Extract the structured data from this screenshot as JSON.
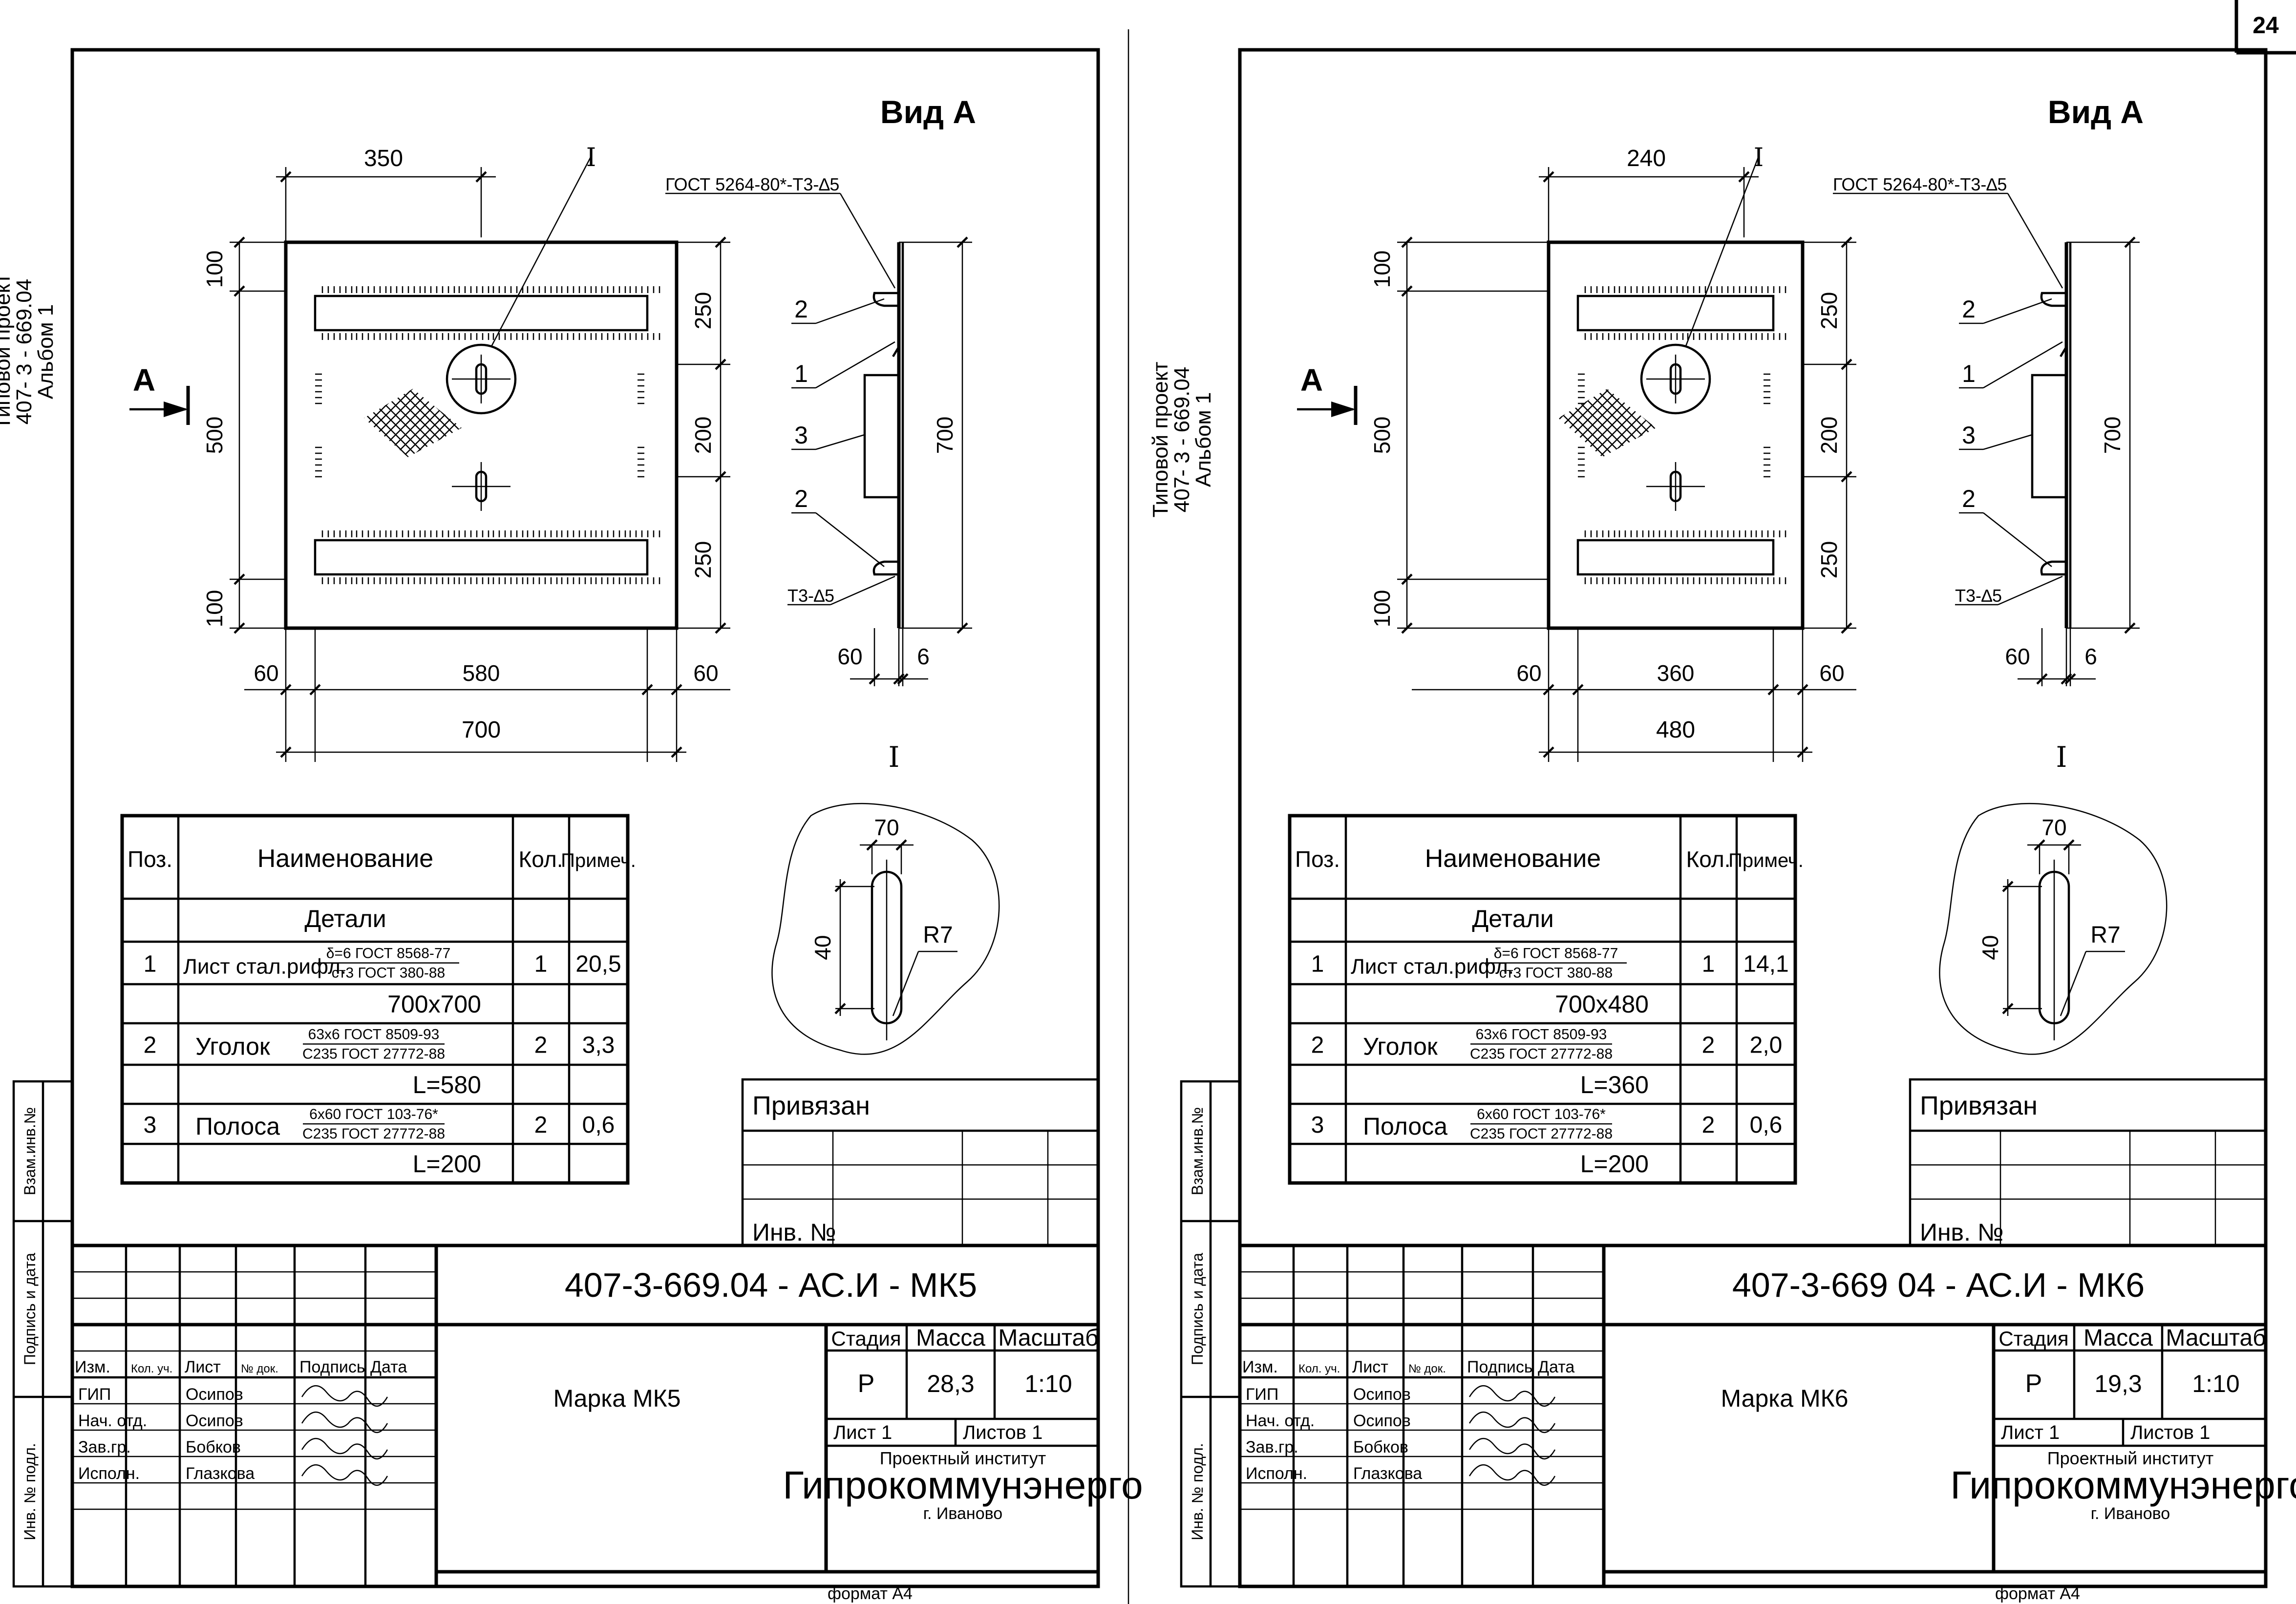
{
  "page_number": "24",
  "left_margin": {
    "project_lines": [
      "Типовой проект",
      "407- 3 - 669.04",
      "Альбом 1"
    ],
    "stamp_labels": [
      "Взам.инв.№",
      "Подпись и дата",
      "Инв. № подл."
    ]
  },
  "sheets": [
    {
      "view_title": "Вид А",
      "section_marker": "А",
      "weld_note_top": "ГОСТ 5264-80*-Т3-∆5",
      "weld_note_bottom": "Т3-∆5",
      "detail_label": "I",
      "dims": {
        "top": "350",
        "left_top": "100",
        "left_mid": "500",
        "left_bottom": "100",
        "right_top": "250",
        "right_mid": "200",
        "right_bottom": "250",
        "bottom_left": "60",
        "bottom_mid": "580",
        "bottom_right": "60",
        "overall": "700",
        "side_height": "700",
        "side_a": "60",
        "side_b": "6"
      },
      "side_positions": [
        "2",
        "1",
        "3",
        "2"
      ],
      "detail": {
        "width": "70",
        "height": "40",
        "radius": "R7"
      },
      "spec_table": {
        "headers": [
          "Поз.",
          "Наименование",
          "Кол.",
          "Примеч."
        ],
        "section": "Детали",
        "rows": [
          {
            "pos": "1",
            "name": "Лист стал.рифл.",
            "std_top": "δ=6 ГОСТ 8568-77",
            "std_bottom": "ст3 ГОСТ 380-88",
            "qty": "1",
            "note": "20,5",
            "size": "700x700"
          },
          {
            "pos": "2",
            "name": "Уголок",
            "std_top": "63х6 ГОСТ 8509-93",
            "std_bottom": "С235 ГОСТ 27772-88",
            "qty": "2",
            "note": "3,3",
            "size": "L=580"
          },
          {
            "pos": "3",
            "name": "Полоса",
            "std_top": "6х60 ГОСТ 103-76*",
            "std_bottom": "С235 ГОСТ 27772-88",
            "qty": "2",
            "note": "0,6",
            "size": "L=200"
          }
        ]
      },
      "privyazan": "Привязан",
      "inv_no": "Инв. №",
      "title_block": {
        "code": "407-3-669.04 - АС.И - МК5",
        "name": "Марка МК5",
        "stage_header": "Стадия",
        "mass_header": "Масса",
        "scale_header": "Масштаб",
        "stage": "Р",
        "mass": "28,3",
        "scale": "1:10",
        "sheet": "Лист 1",
        "sheets": "Листов 1",
        "org_line1": "Проектный институт",
        "org_name": "Гипрокоммунэнерго",
        "org_city": "г. Иваново",
        "format": "формат А4",
        "col_headers": [
          "Изм.",
          "Кол. уч.",
          "Лист",
          "№ док.",
          "Подпись",
          "Дата"
        ],
        "roles": [
          {
            "role": "ГИП",
            "name": "Осипов"
          },
          {
            "role": "Нач. отд.",
            "name": "Осипов"
          },
          {
            "role": "Зав.гр.",
            "name": "Бобков"
          },
          {
            "role": "Исполн.",
            "name": "Глазкова"
          }
        ]
      }
    },
    {
      "view_title": "Вид А",
      "section_marker": "А",
      "weld_note_top": "ГОСТ 5264-80*-Т3-∆5",
      "weld_note_bottom": "Т3-∆5",
      "detail_label": "I",
      "dims": {
        "top": "240",
        "left_top": "100",
        "left_mid": "500",
        "left_bottom": "100",
        "right_top": "250",
        "right_mid": "200",
        "right_bottom": "250",
        "bottom_left": "60",
        "bottom_mid": "360",
        "bottom_right": "60",
        "overall": "480",
        "side_height": "700",
        "side_a": "60",
        "side_b": "6"
      },
      "side_positions": [
        "2",
        "1",
        "3",
        "2"
      ],
      "detail": {
        "width": "70",
        "height": "40",
        "radius": "R7"
      },
      "spec_table": {
        "headers": [
          "Поз.",
          "Наименование",
          "Кол.",
          "Примеч."
        ],
        "section": "Детали",
        "rows": [
          {
            "pos": "1",
            "name": "Лист стал.рифл.",
            "std_top": "δ=6 ГОСТ 8568-77",
            "std_bottom": "ст3 ГОСТ 380-88",
            "qty": "1",
            "note": "14,1",
            "size": "700x480"
          },
          {
            "pos": "2",
            "name": "Уголок",
            "std_top": "63х6 ГОСТ 8509-93",
            "std_bottom": "С235 ГОСТ 27772-88",
            "qty": "2",
            "note": "2,0",
            "size": "L=360"
          },
          {
            "pos": "3",
            "name": "Полоса",
            "std_top": "6х60 ГОСТ 103-76*",
            "std_bottom": "С235 ГОСТ 27772-88",
            "qty": "2",
            "note": "0,6",
            "size": "L=200"
          }
        ]
      },
      "privyazan": "Привязан",
      "inv_no": "Инв. №",
      "title_block": {
        "code": "407-3-669 04 -  АС.И - МК6",
        "name": "Марка МК6",
        "stage_header": "Стадия",
        "mass_header": "Масса",
        "scale_header": "Масштаб",
        "stage": "Р",
        "mass": "19,3",
        "scale": "1:10",
        "sheet": "Лист 1",
        "sheets": "Листов 1",
        "org_line1": "Проектный институт",
        "org_name": "Гипрокоммунэнерго",
        "org_city": "г. Иваново",
        "format": "формат А4",
        "col_headers": [
          "Изм.",
          "Кол. уч.",
          "Лист",
          "№ док.",
          "Подпись",
          "Дата"
        ],
        "roles": [
          {
            "role": "ГИП",
            "name": "Осипов"
          },
          {
            "role": "Нач. отд.",
            "name": "Осипов"
          },
          {
            "role": "Зав.гр.",
            "name": "Бобков"
          },
          {
            "role": "Исполн.",
            "name": "Глазкова"
          }
        ]
      }
    }
  ]
}
